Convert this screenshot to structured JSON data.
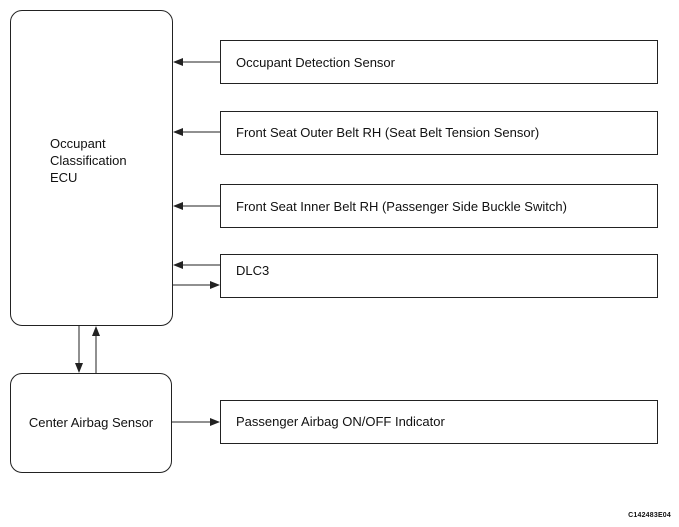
{
  "ecu": {
    "lines": [
      "Occupant",
      "Classification",
      "ECU"
    ]
  },
  "center_sensor": {
    "label": "Center Airbag Sensor"
  },
  "components": [
    {
      "label": "Occupant Detection Sensor"
    },
    {
      "label": "Front Seat Outer Belt RH (Seat Belt Tension Sensor)"
    },
    {
      "label": "Front Seat Inner Belt RH (Passenger Side Buckle Switch)"
    },
    {
      "label": "DLC3"
    }
  ],
  "indicator": {
    "label": "Passenger Airbag ON/OFF Indicator"
  },
  "doc_code": "C142483E04",
  "colors": {
    "line": "#222222",
    "background": "#ffffff"
  }
}
